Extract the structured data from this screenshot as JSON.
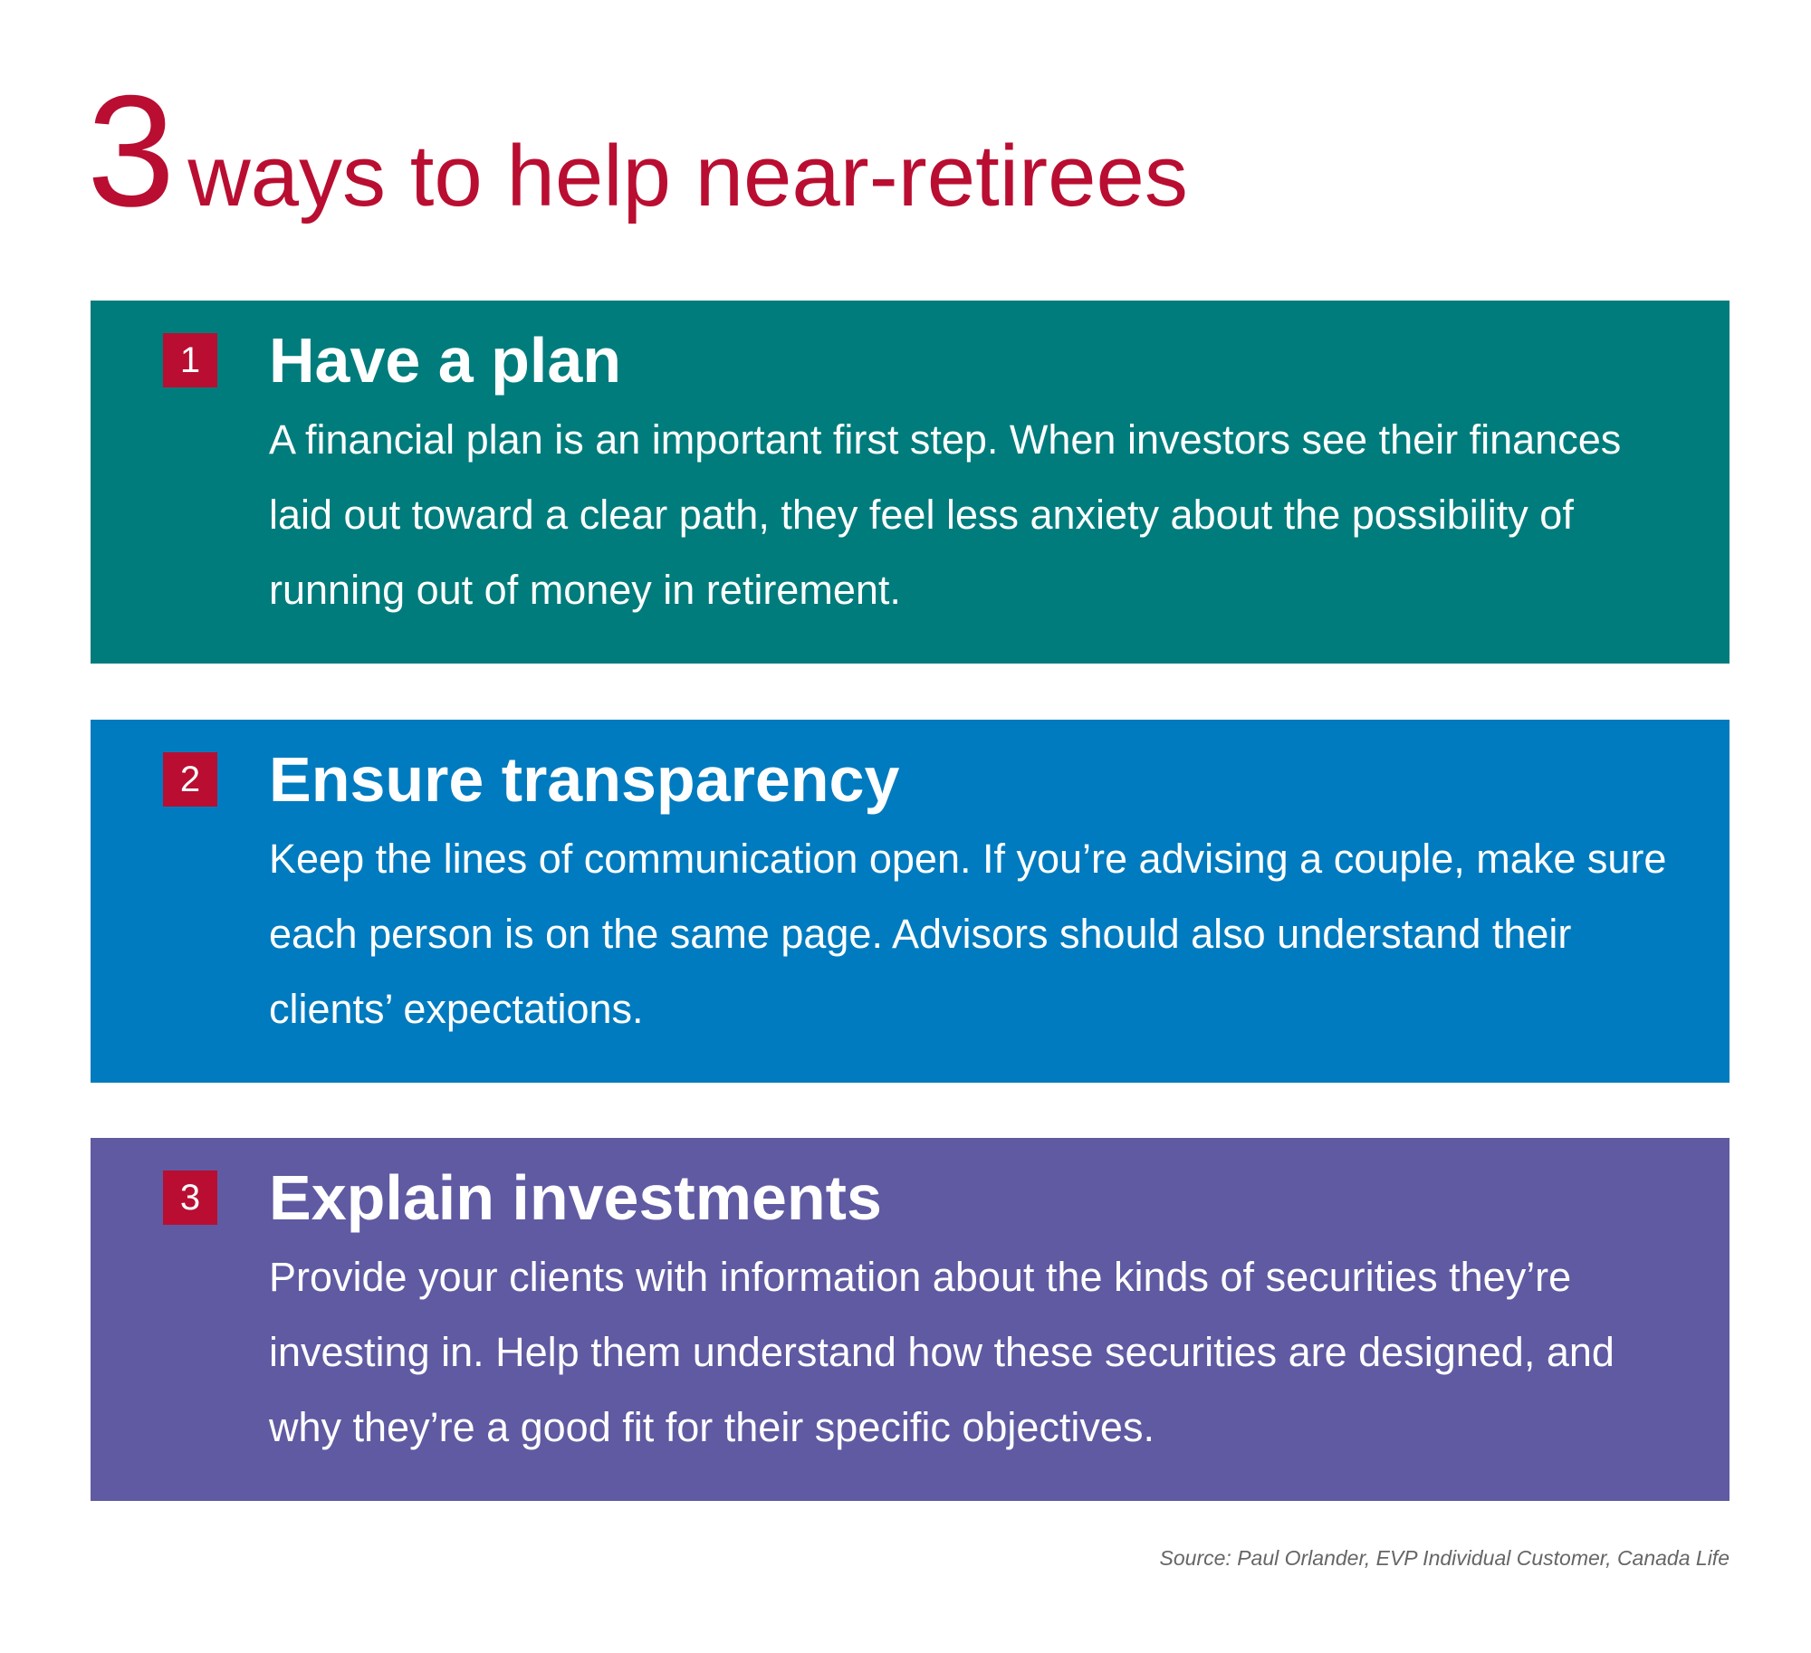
{
  "title": {
    "number": "3",
    "text": "ways to help near-retirees"
  },
  "items": [
    {
      "number": "1",
      "heading": "Have a plan",
      "body": "A financial plan is an important first step. When investors see their finances laid out toward a clear path, they feel less anxiety about the possibility of running out of money in retirement.",
      "color": "#007c7c"
    },
    {
      "number": "2",
      "heading": "Ensure transparency",
      "body": "Keep the lines of communication open. If you’re advising a couple, make sure each person is on the same page. Advisors should also understand their clients’ expectations.",
      "color": "#007bbf"
    },
    {
      "number": "3",
      "heading": "Explain investments",
      "body": "Provide your clients with information about the kinds of securities they’re investing in. Help them understand how these securities are designed, and why they’re a good fit for their specific objectives.",
      "color": "#5f5aa2"
    }
  ],
  "source": "Source: Paul Orlander, EVP Individual Customer, Canada Life",
  "colors": {
    "accent": "#b90e31"
  }
}
